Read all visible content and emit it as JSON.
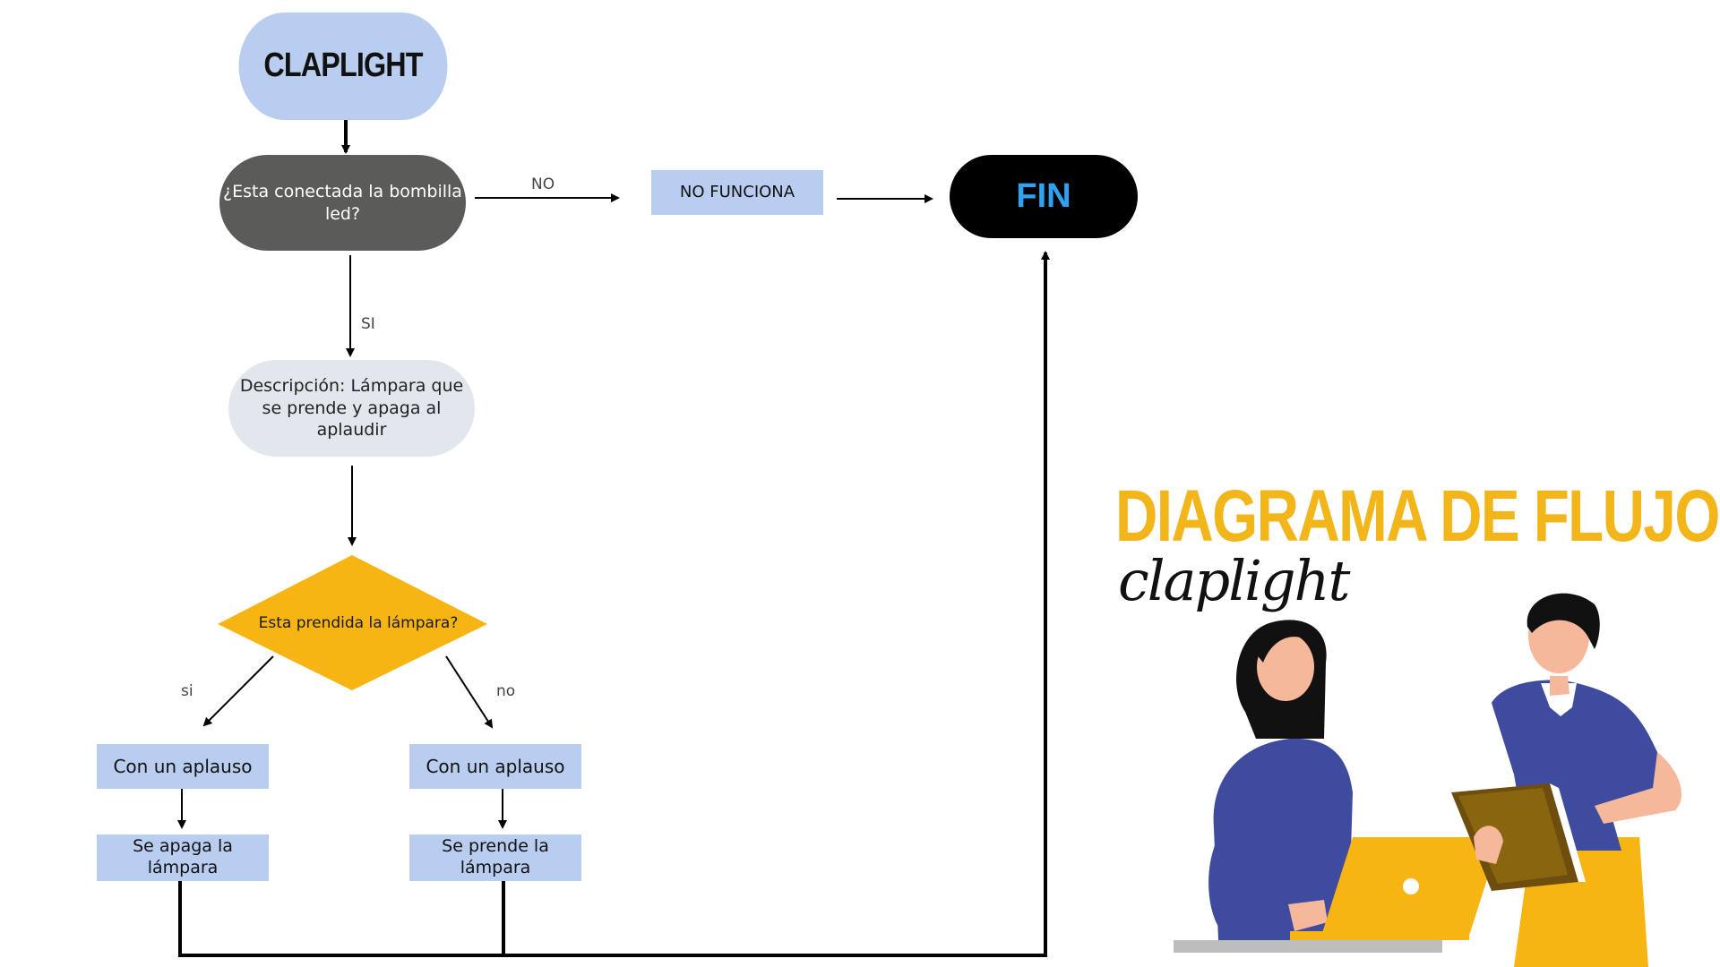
{
  "diagram": {
    "start": "CLAPLIGHT",
    "question_connected": "¿Esta conectada la bombilla led?",
    "edge_no": "NO",
    "not_working": "NO FUNCIONA",
    "end": "FIN",
    "edge_si": "SI",
    "description": "Descripción: Lámpara que se prende y apaga al aplaudir",
    "question_on": "Esta prendida la lámpara?",
    "edge_si_lower": "si",
    "edge_no_lower": "no",
    "clap_left": "Con un aplauso",
    "clap_right": "Con un aplauso",
    "result_left": "Se apaga la lámpara",
    "result_right": "Se prende la lámpara"
  },
  "title": {
    "main": "DIAGRAMA DE FLUJO",
    "sub": "claplight"
  },
  "colors": {
    "light_blue": "#b8cdf0",
    "dark_gray": "#5b5b59",
    "yellow": "#f7b514",
    "fin_text": "#2ea3f2",
    "illustration_blue": "#3f4b9e"
  },
  "illustration": {
    "figures": [
      "woman-with-laptop",
      "man-with-clipboard"
    ]
  }
}
